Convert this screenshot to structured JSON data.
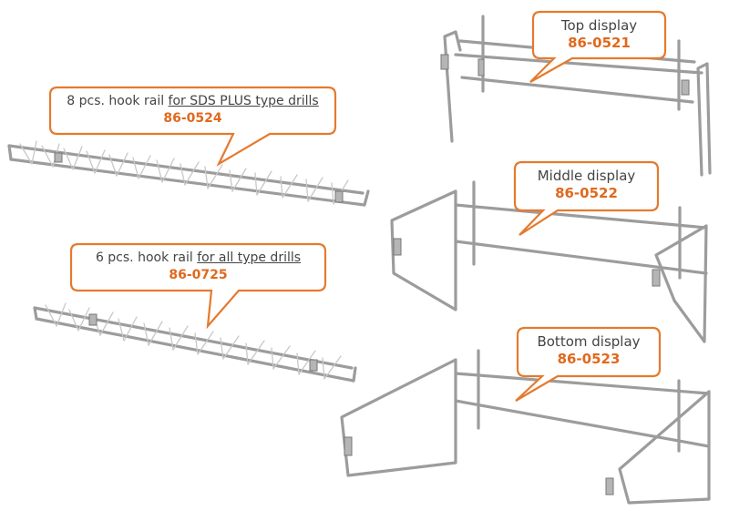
{
  "callouts": {
    "top": {
      "title": "Top display",
      "code": "86-0521"
    },
    "middle": {
      "title": "Middle display",
      "code": "86-0522"
    },
    "bottom": {
      "title": "Bottom display",
      "code": "86-0523"
    },
    "rail8": {
      "prefix": "8 pcs. hook rail ",
      "underlined": "for SDS PLUS type drills",
      "code": "86-0524"
    },
    "rail6": {
      "prefix": "6 pcs. hook rail ",
      "underlined": "for all type drills",
      "code": "86-0725"
    }
  },
  "colors": {
    "callout_border": "#e57a2e",
    "callout_code": "#e0691d",
    "wire": "#9a9a9a",
    "text": "#444444"
  }
}
